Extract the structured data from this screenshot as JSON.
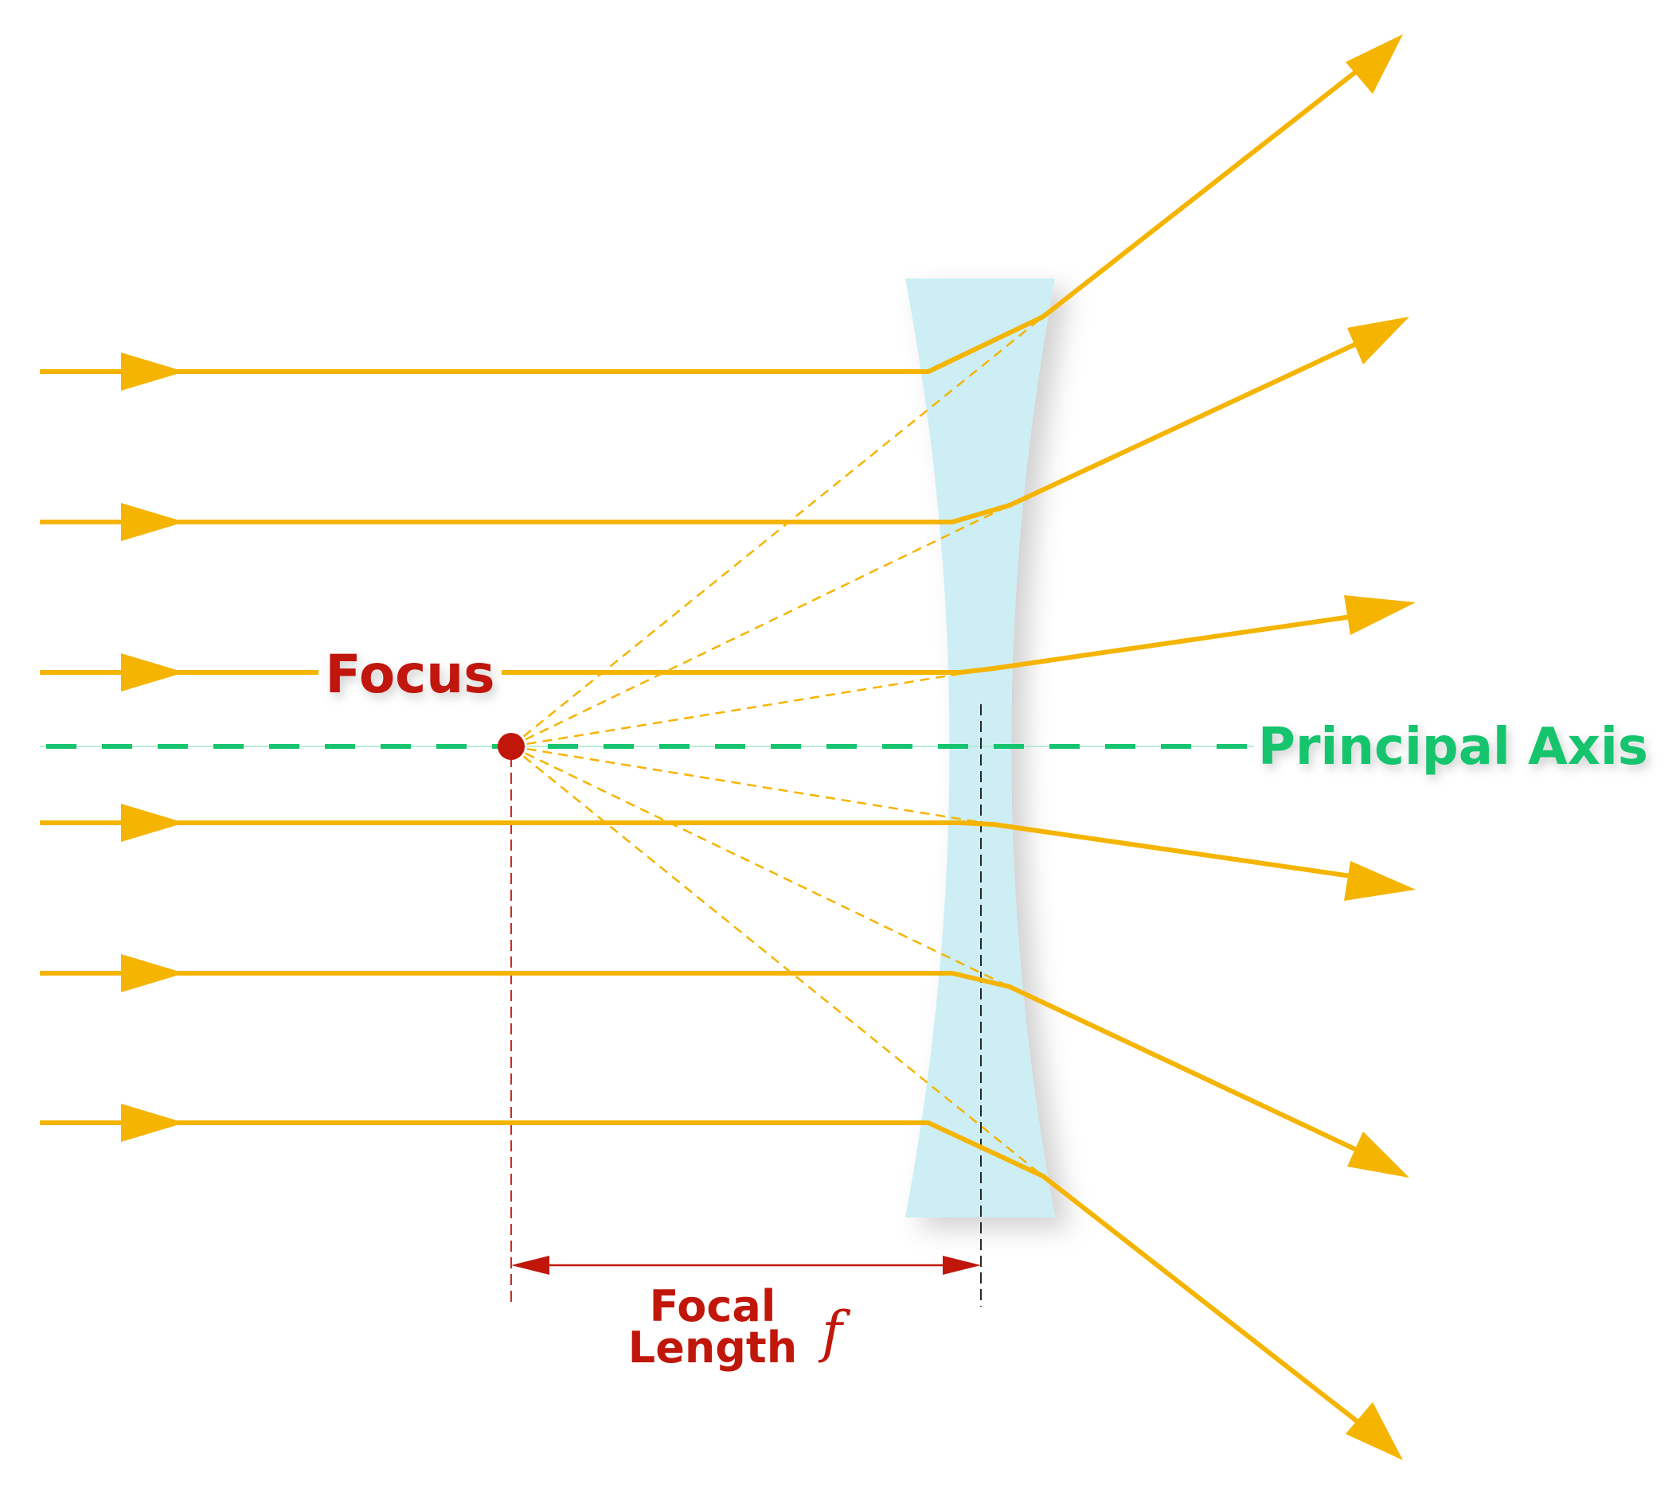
{
  "labels": {
    "focus": "Focus",
    "principal_axis": "Principal Axis",
    "focal_length_line1": "Focal",
    "focal_length_line2": "Length",
    "focal_symbol": "f"
  },
  "colors": {
    "ray": "#f5b400",
    "lens": "#cdeef5",
    "axis": "#14c46e",
    "focus": "#c0170a",
    "focal_label": "#c0170a"
  }
}
